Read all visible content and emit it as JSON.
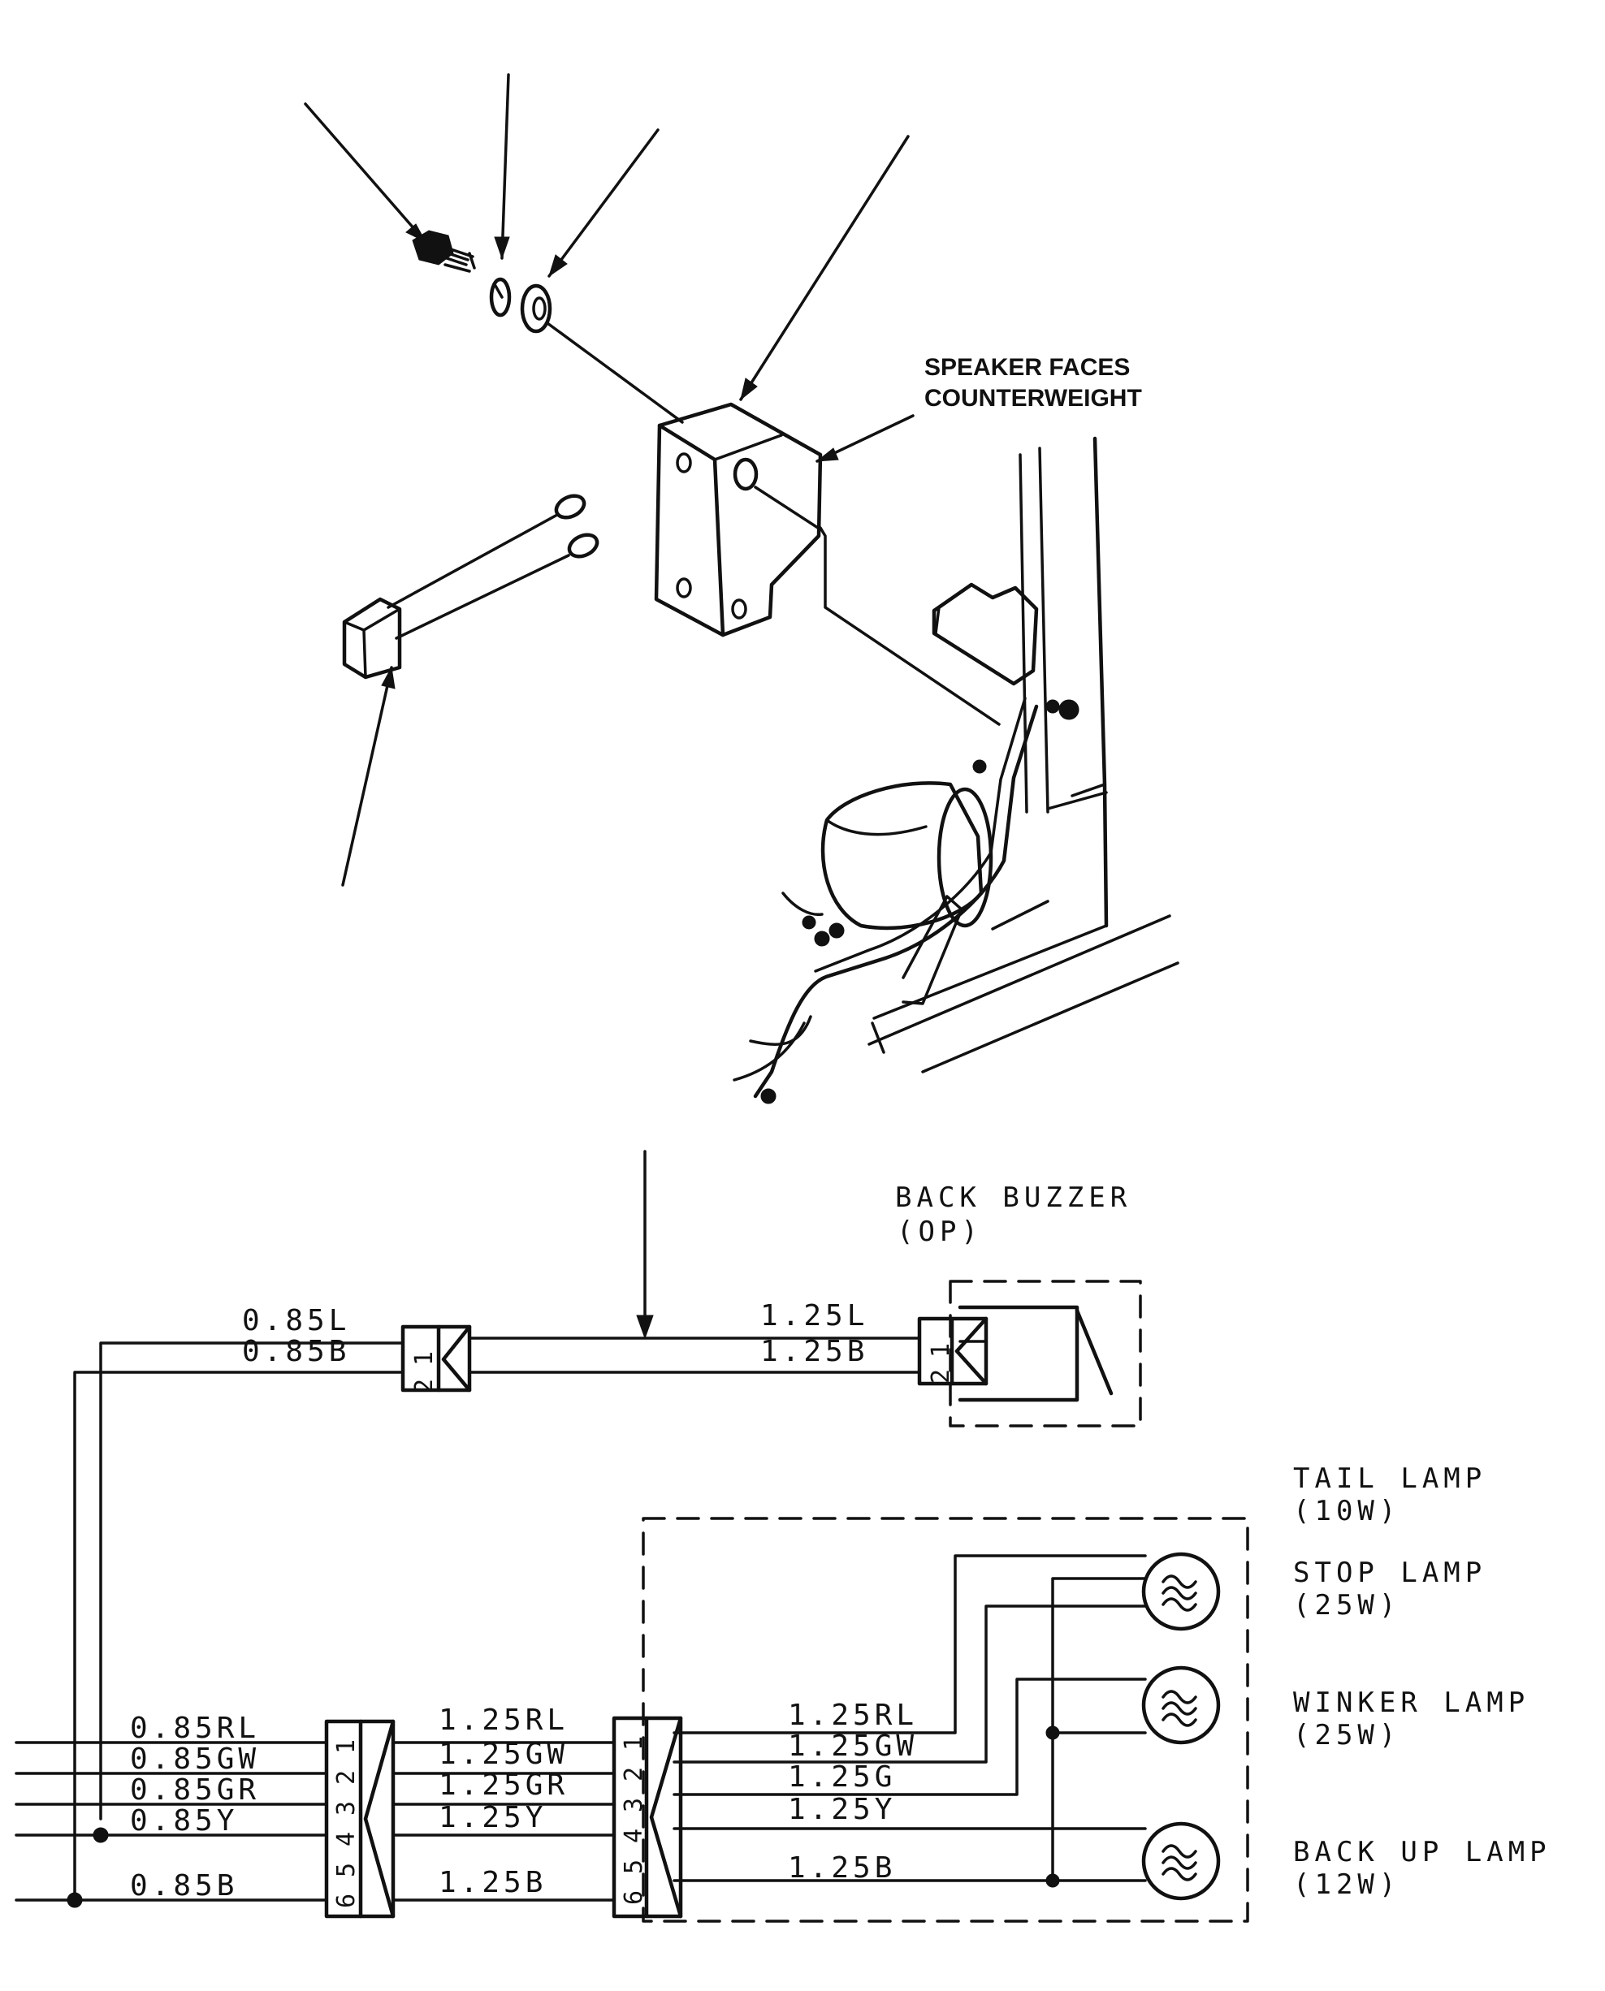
{
  "annotations": {
    "speaker_note_line1": "SPEAKER FACES",
    "speaker_note_line2": "COUNTERWEIGHT"
  },
  "components": {
    "back_buzzer": {
      "name": "BACK BUZZER",
      "sub": "(OP)"
    },
    "tail_lamp": {
      "name": "TAIL LAMP",
      "rating": "(10W)"
    },
    "stop_lamp": {
      "name": "STOP LAMP",
      "rating": "(25W)"
    },
    "winker_lamp": {
      "name": "WINKER LAMP",
      "rating": "(25W)"
    },
    "backup_lamp": {
      "name": "BACK UP LAMP",
      "rating": "(12W)"
    }
  },
  "wires": {
    "buzzer_left": [
      "0.85L",
      "0.85B"
    ],
    "buzzer_right": [
      "1.25L",
      "1.25B"
    ],
    "main_left": [
      "0.85RL",
      "0.85GW",
      "0.85GR",
      "0.85Y",
      "0.85B"
    ],
    "main_mid": [
      "1.25RL",
      "1.25GW",
      "1.25GR",
      "1.25Y",
      "1.25B"
    ],
    "main_right": [
      "1.25RL",
      "1.25GW",
      "1.25G",
      "1.25Y",
      "1.25B"
    ]
  },
  "connectors": {
    "two_pin": [
      "1",
      "2"
    ],
    "six_pin": [
      "1",
      "2",
      "3",
      "4",
      "5",
      "6"
    ]
  }
}
